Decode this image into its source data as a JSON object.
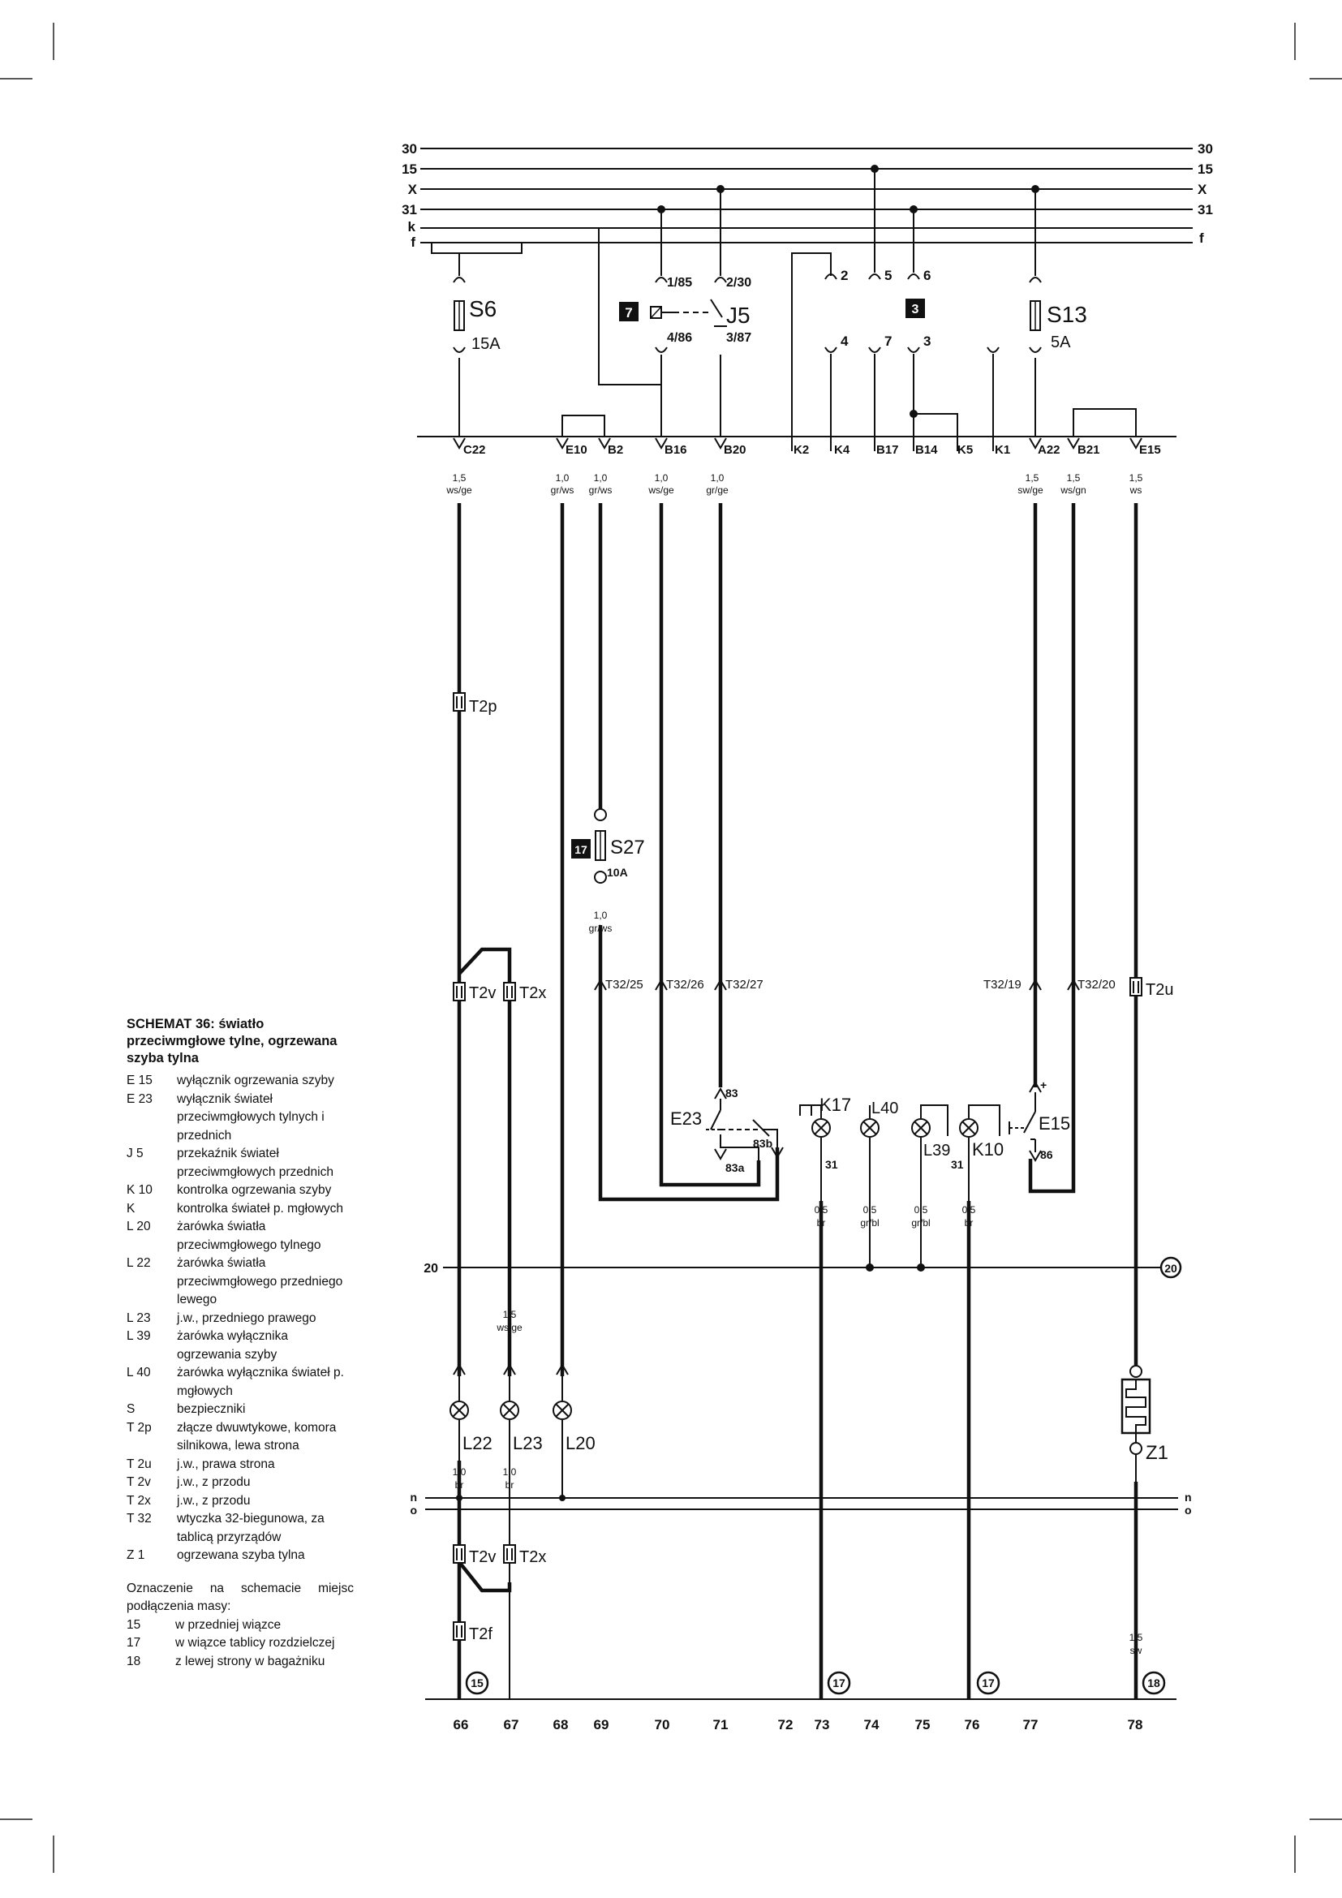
{
  "bus": {
    "left_labels": [
      "30",
      "15",
      "X",
      "31",
      "k",
      "f"
    ],
    "right_labels": [
      "30",
      "15",
      "X",
      "31",
      "f"
    ]
  },
  "components": {
    "s6": {
      "name": "S6",
      "rating": "15A"
    },
    "s13": {
      "name": "S13",
      "rating": "5A"
    },
    "s27": {
      "name": "S27",
      "rating": "10A",
      "badge": "17"
    },
    "relay": {
      "name": "J5",
      "badge": "7",
      "pins": [
        "1/85",
        "2/30",
        "4/86",
        "3/87"
      ]
    },
    "switch_box": {
      "badge": "3",
      "top_pins": [
        "2",
        "5",
        "6"
      ],
      "bottom_pins": [
        "4",
        "7",
        "3"
      ]
    },
    "e23": {
      "name": "E23",
      "pins": [
        "83",
        "83b",
        "83a"
      ]
    },
    "e15": {
      "name": "E15",
      "pins": [
        "+",
        "86"
      ]
    },
    "k17": "K17",
    "k10": "K10",
    "l40": "L40",
    "l39": "L39",
    "pin31": "31",
    "lamps": [
      "L22",
      "L23",
      "L20"
    ],
    "z1": "Z1"
  },
  "connector_row": [
    "C22",
    "E10",
    "B2",
    "B16",
    "B20",
    "K2",
    "K4",
    "B17",
    "B14",
    "K5",
    "K1",
    "A22",
    "B21",
    "E15"
  ],
  "wire_specs": {
    "c22": [
      "1,5",
      "ws/ge"
    ],
    "e10": [
      "1,0",
      "gr/ws"
    ],
    "b2": [
      "1,0",
      "gr/ws"
    ],
    "b16": [
      "1,0",
      "ws/ge"
    ],
    "b20": [
      "1,0",
      "gr/ge"
    ],
    "a22": [
      "1,5",
      "sw/ge"
    ],
    "b21": [
      "1,5",
      "ws/gn"
    ],
    "e15": [
      "1,5",
      "ws"
    ],
    "s27_out": [
      "1,0",
      "gr/ws"
    ],
    "k17": [
      "0,5",
      "br"
    ],
    "l40": [
      "0,5",
      "gr/bl"
    ],
    "l39": [
      "0,5",
      "gr/bl"
    ],
    "k10": [
      "0,5",
      "br"
    ],
    "l23_in": [
      "1,5",
      "ws/ge"
    ],
    "l22_out": [
      "1,0",
      "br"
    ],
    "l23_out": [
      "1,0",
      "br"
    ],
    "z1_out": [
      "1,5",
      "sw"
    ]
  },
  "connectors": {
    "t2p": "T2p",
    "t2v": "T2v",
    "t2x": "T2x",
    "t2u": "T2u",
    "t2f": "T2f",
    "t32_25": "T32/25",
    "t32_26": "T32/26",
    "t32_27": "T32/27",
    "t32_19": "T32/19",
    "t32_20": "T32/20"
  },
  "lines": {
    "line20": "20",
    "n": "n",
    "o": "o"
  },
  "grounds": [
    "15",
    "17",
    "17",
    "18"
  ],
  "ground_20": "20",
  "track_numbers": [
    "66",
    "67",
    "68",
    "69",
    "70",
    "71",
    "72",
    "73",
    "74",
    "75",
    "76",
    "77",
    "78"
  ],
  "legend": {
    "title": "SCHEMAT 36: światło przeciwmgłowe tylne, ogrzewana szyba tylna",
    "items": [
      {
        "code": "E 15",
        "desc": "wyłącznik ogrzewania szyby"
      },
      {
        "code": "E 23",
        "desc": "wyłącznik świateł przeciwmgłowych tylnych i przednich"
      },
      {
        "code": "J 5",
        "desc": "przekaźnik świateł przeciwmgłowych przednich"
      },
      {
        "code": "K 10",
        "desc": "kontrolka ogrzewania szyby"
      },
      {
        "code": "K",
        "desc": "kontrolka świateł p. mgłowych"
      },
      {
        "code": "L 20",
        "desc": "żarówka światła przeciwmgłowego tylnego"
      },
      {
        "code": "L 22",
        "desc": "żarówka światła przeciwmgłowego przedniego lewego"
      },
      {
        "code": "L 23",
        "desc": "j.w., przedniego prawego"
      },
      {
        "code": "L 39",
        "desc": "żarówka wyłącznika ogrzewania szyby"
      },
      {
        "code": "L 40",
        "desc": "żarówka wyłącznika świateł p. mgłowych"
      },
      {
        "code": "S",
        "desc": "bezpieczniki"
      },
      {
        "code": "T 2p",
        "desc": "złącze dwuwtykowe, komora silnikowa, lewa strona"
      },
      {
        "code": "T 2u",
        "desc": "j.w., prawa strona"
      },
      {
        "code": "T 2v",
        "desc": "j.w., z przodu"
      },
      {
        "code": "T 2x",
        "desc": "j.w., z przodu"
      },
      {
        "code": "T 32",
        "desc": "wtyczka 32-biegunowa, za tablicą przyrządów"
      },
      {
        "code": "Z 1",
        "desc": "ogrzewana szyba tylna"
      }
    ],
    "note": "Oznaczenie na schemacie miejsc podłączenia masy:",
    "grounds": [
      {
        "code": "15",
        "desc": "w przedniej wiązce"
      },
      {
        "code": "17",
        "desc": "w wiązce tablicy rozdzielczej"
      },
      {
        "code": "18",
        "desc": "z lewej strony w bagażniku"
      }
    ]
  }
}
